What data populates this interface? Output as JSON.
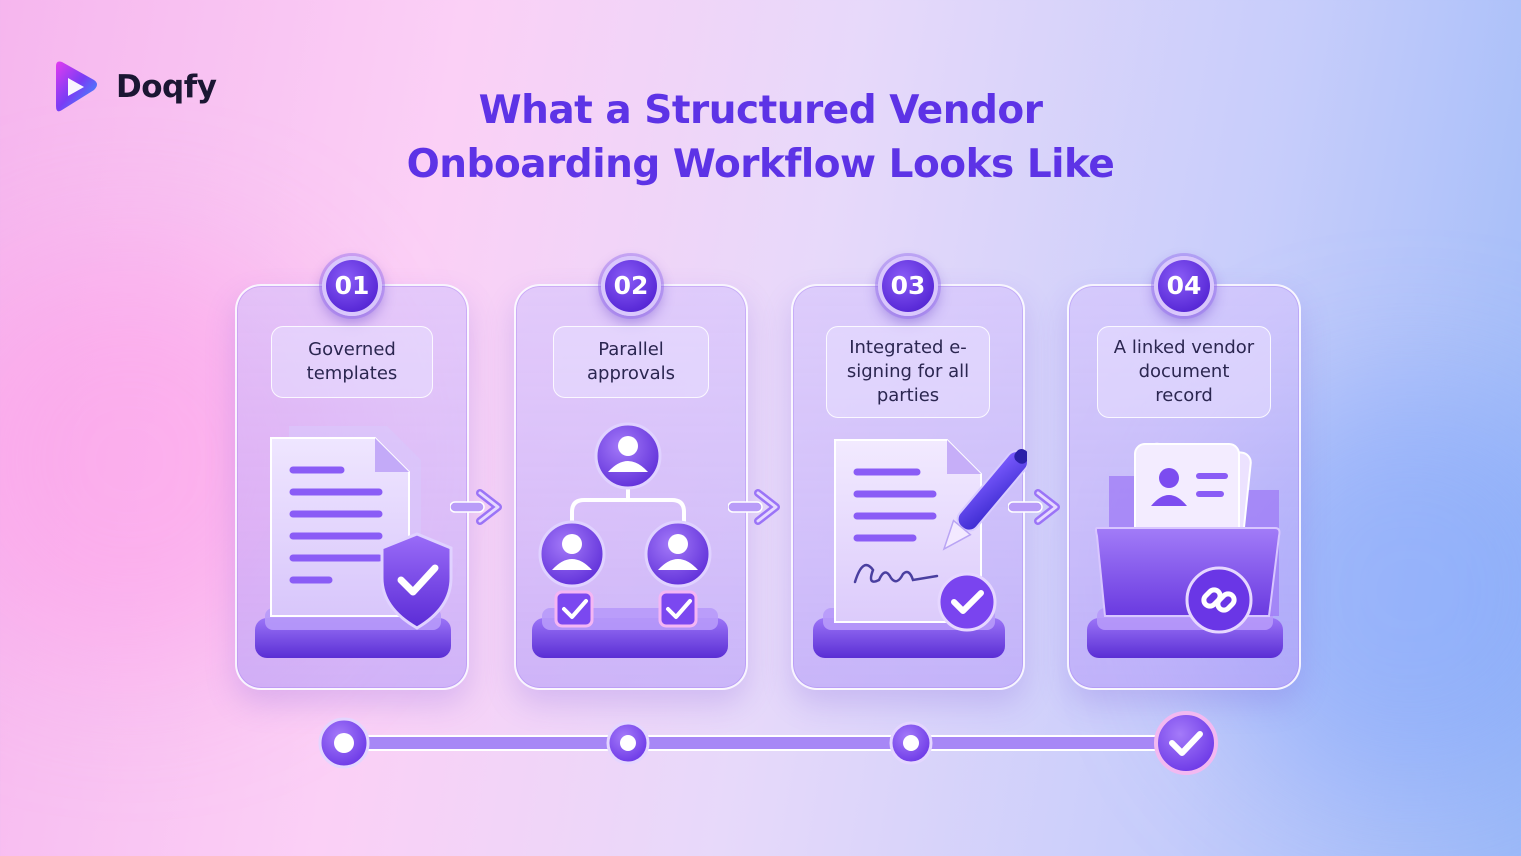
{
  "brand": {
    "name": "Doqfy"
  },
  "title": {
    "line1": "What a Structured Vendor",
    "line2": "Onboarding Workflow Looks Like"
  },
  "steps": [
    {
      "number": "01",
      "label": "Governed templates",
      "icon": "shield-check-document-icon"
    },
    {
      "number": "02",
      "label": "Parallel approvals",
      "icon": "approval-tree-icon"
    },
    {
      "number": "03",
      "label": "Integrated e-signing for all parties",
      "icon": "e-signature-pen-icon"
    },
    {
      "number": "04",
      "label": "A linked vendor document record",
      "icon": "linked-folder-icon"
    }
  ],
  "colors": {
    "accent": "#5d33e6",
    "card": "#c8b4fa",
    "dark_text": "#1b1633"
  }
}
